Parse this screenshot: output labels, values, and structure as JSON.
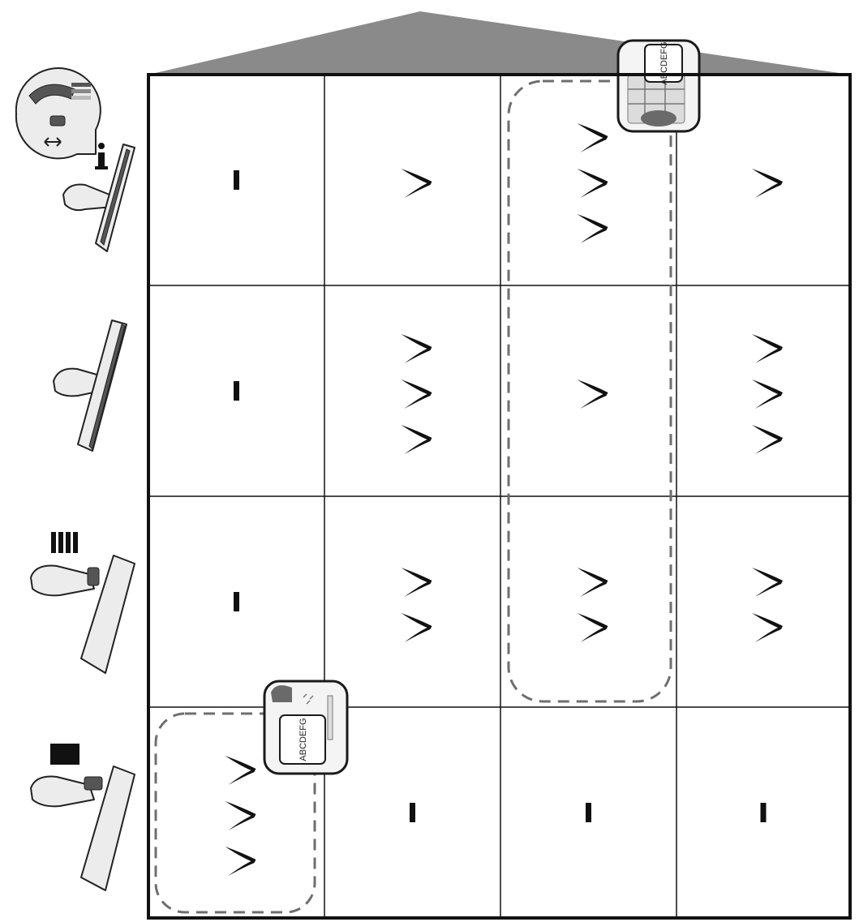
{
  "colors": {
    "roof": "#8a8a8a",
    "grid_line": "#111111",
    "dashed_zone": "#6e6e6e",
    "mark": "#111111",
    "badge_border": "#1a1a1a",
    "badge_fill": "#f4f4f4",
    "tool_stroke": "#222222",
    "tool_fill": "#ececec",
    "tool_dark": "#555555"
  },
  "badges": [
    {
      "name": "hard-floor-badge",
      "label": "ABCDEFG",
      "icon": "tiled-floor-scene-icon"
    },
    {
      "name": "carpet-badge",
      "label": "ABCDEFG",
      "icon": "carpet-scene-icon"
    }
  ],
  "tools": [
    {
      "name": "adjustable-nozzle-icon",
      "extras": [
        "slider-adjust-icon",
        "info-icon"
      ]
    },
    {
      "name": "hard-floor-brush-icon",
      "extras": []
    },
    {
      "name": "combination-nozzle-bristles-icon",
      "extras": [
        "bristle-strips-icon"
      ]
    },
    {
      "name": "combination-nozzle-carpet-icon",
      "extras": [
        "carpet-texture-icon"
      ]
    }
  ],
  "grid": {
    "rows": 4,
    "cols": 4,
    "cells": [
      [
        {
          "mark": "bar",
          "count": 1
        },
        {
          "mark": "check",
          "count": 1
        },
        {
          "mark": "check",
          "count": 3
        },
        {
          "mark": "check",
          "count": 1
        }
      ],
      [
        {
          "mark": "bar",
          "count": 1
        },
        {
          "mark": "check",
          "count": 3
        },
        {
          "mark": "check",
          "count": 1
        },
        {
          "mark": "check",
          "count": 3
        }
      ],
      [
        {
          "mark": "bar",
          "count": 1
        },
        {
          "mark": "check",
          "count": 2
        },
        {
          "mark": "check",
          "count": 2
        },
        {
          "mark": "check",
          "count": 2
        }
      ],
      [
        {
          "mark": "check",
          "count": 3
        },
        {
          "mark": "bar",
          "count": 1
        },
        {
          "mark": "bar",
          "count": 1
        },
        {
          "mark": "bar",
          "count": 1
        }
      ]
    ]
  }
}
